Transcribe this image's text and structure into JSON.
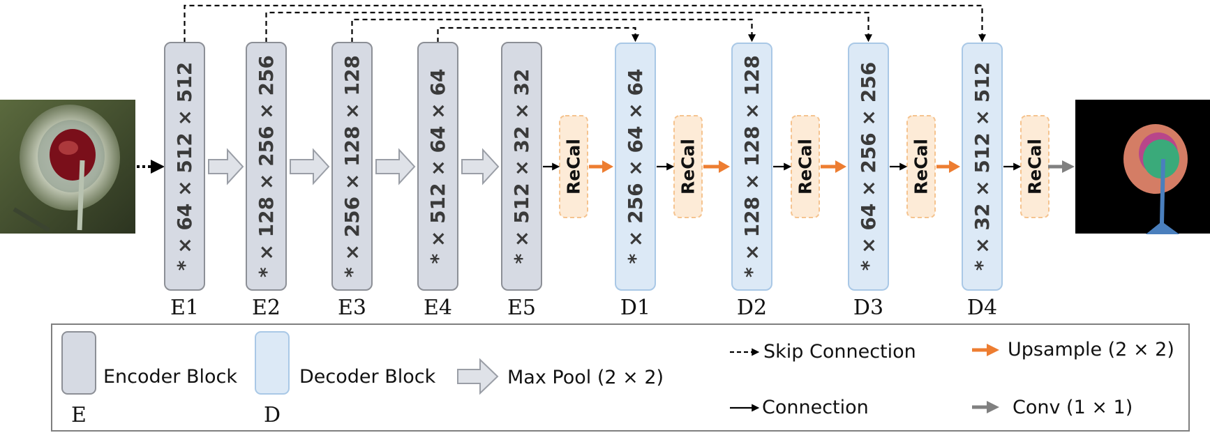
{
  "colors": {
    "encoder_fill": "#d6dae3",
    "encoder_stroke": "#8c8f96",
    "decoder_fill": "#dce9f6",
    "decoder_stroke": "#a9c8e6",
    "recal_fill": "#fdebd7",
    "recal_stroke": "#f5c38f",
    "upsample": "#ed7d31",
    "conv": "#808080",
    "maxpool_fill": "#dfe2e8",
    "maxpool_stroke": "#9a9ea6"
  },
  "encoder_blocks": [
    {
      "label": "E1",
      "dims": "* × 64 × 512 × 512"
    },
    {
      "label": "E2",
      "dims": "* × 128 × 256 × 256"
    },
    {
      "label": "E3",
      "dims": "* × 256 × 128 × 128"
    },
    {
      "label": "E4",
      "dims": "* × 512 × 64 × 64"
    },
    {
      "label": "E5",
      "dims": "* × 512 × 32 × 32"
    }
  ],
  "decoder_blocks": [
    {
      "label": "D1",
      "dims": "* × 256 × 64 × 64"
    },
    {
      "label": "D2",
      "dims": "* × 128 × 128 × 128"
    },
    {
      "label": "D3",
      "dims": "* × 64 × 256 × 256"
    },
    {
      "label": "D4",
      "dims": "* × 32 × 512 × 512"
    }
  ],
  "recal_label": "ReCal",
  "input_image": {
    "icon": "surgical-eye-photo"
  },
  "output_image": {
    "icon": "segmentation-mask"
  },
  "legend": {
    "encoder": {
      "letter": "E",
      "text": "Encoder Block"
    },
    "decoder": {
      "letter": "D",
      "text": "Decoder Block"
    },
    "maxpool": {
      "text": "Max Pool (2 × 2)"
    },
    "skip": {
      "text": "Skip Connection"
    },
    "connection": {
      "text": "Connection"
    },
    "upsample": {
      "text": "Upsample (2 × 2)"
    },
    "conv": {
      "text": "Conv (1 × 1)"
    }
  }
}
